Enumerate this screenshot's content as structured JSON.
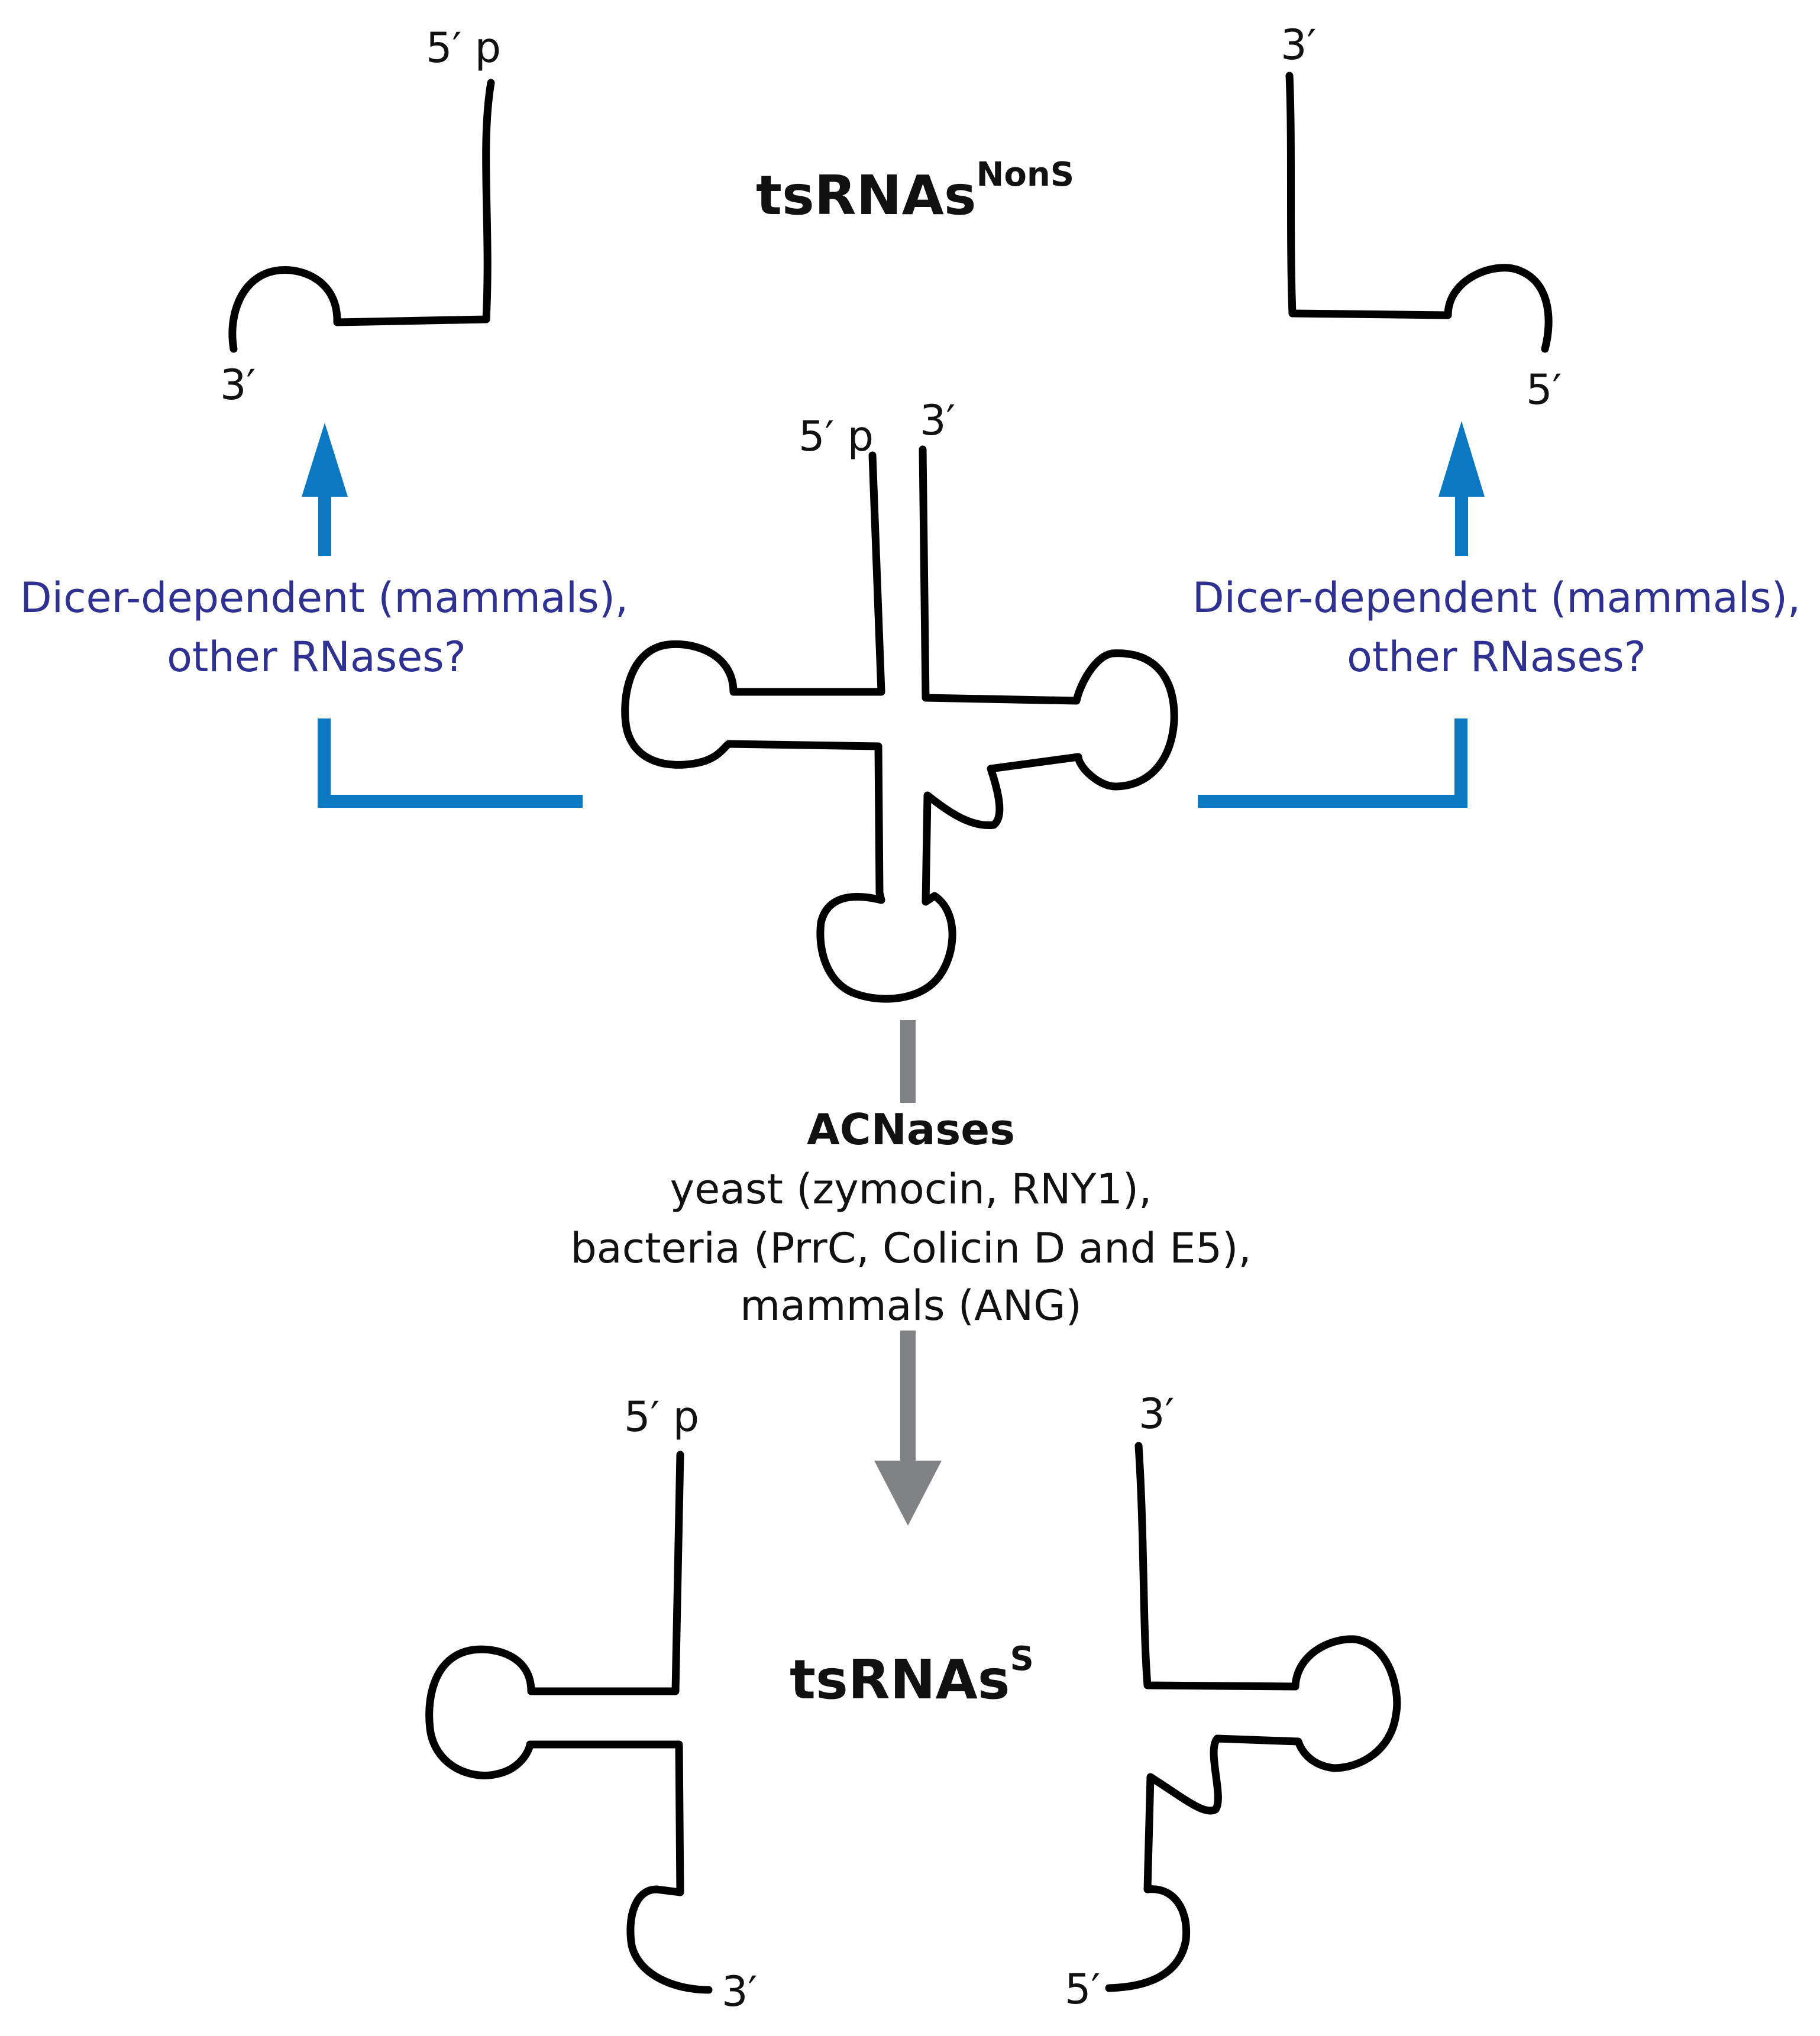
{
  "titles": {
    "nons_main": "tsRNAs",
    "nons_sup": "NonS",
    "s_main": "tsRNAs",
    "s_sup": "S"
  },
  "end_labels": {
    "top_left_5p": "5′ p",
    "top_left_3p": "3′",
    "top_right_3p": "3′",
    "top_right_5p": "5′",
    "center_5p": "5′ p",
    "center_3p": "3′",
    "bottom_left_5p": "5′ p",
    "bottom_left_3p": "3′",
    "bottom_right_3p": "3′",
    "bottom_right_5p": "5′"
  },
  "dicer_left": {
    "line1": "Dicer-dependent (mammals),",
    "line2": "other RNases?"
  },
  "dicer_right": {
    "line1": "Dicer-dependent (mammals),",
    "line2": "other RNases?"
  },
  "acnases": {
    "heading": "ACNases",
    "line1": "yeast (zymocin, RNY1),",
    "line2": "bacteria (PrrC, Colicin D and E5),",
    "line3": "mammals (ANG)"
  },
  "colors": {
    "blue_arrow": "#0a78c2",
    "gray_arrow": "#808285",
    "blue_text": "#2e3192",
    "strand": "#000000"
  }
}
